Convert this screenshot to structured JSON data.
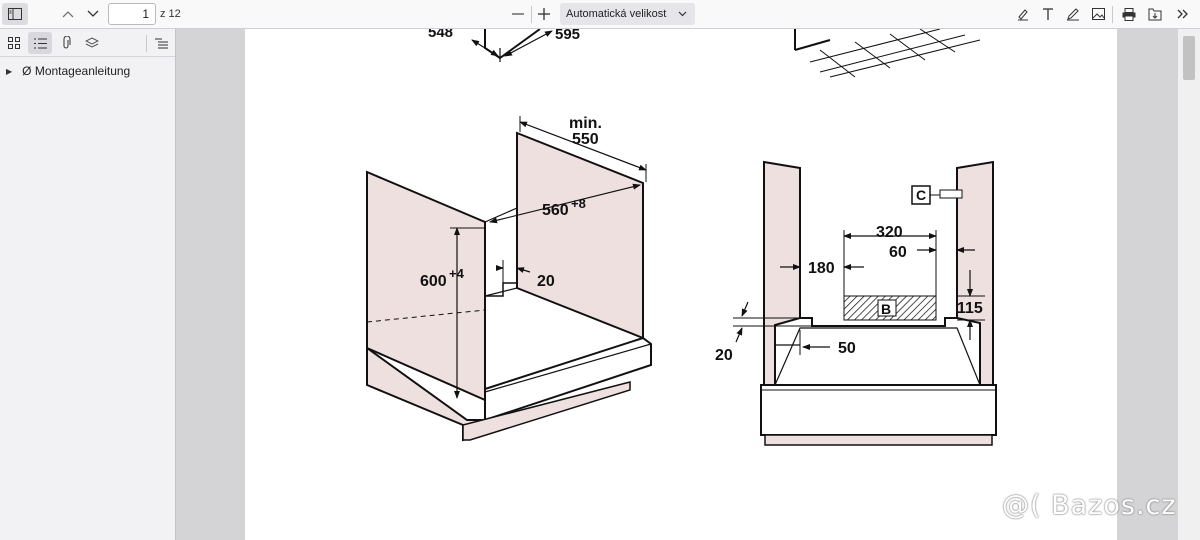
{
  "toolbar": {
    "page_current": "1",
    "page_total": "z 12",
    "zoom_label": "Automatická velikost",
    "icons": [
      "sidebar-toggle-icon",
      "chevron-up-icon",
      "chevron-down-icon",
      "minus-icon",
      "plus-icon",
      "highlight-icon",
      "text-icon",
      "draw-icon",
      "image-icon",
      "print-icon",
      "save-icon",
      "more-tools-icon"
    ]
  },
  "sidebar": {
    "outline": [
      {
        "label": "Ø Montageanleitung",
        "collapsed": true
      }
    ]
  },
  "diagram": {
    "labels": {
      "d548": "548",
      "d595": "595",
      "min": "min.",
      "d550": "550",
      "d560": "560",
      "plus8": "+8",
      "d600": "600",
      "plus4": "+4",
      "d20a": "20",
      "d320": "320",
      "d60": "60",
      "d180": "180",
      "c": "C",
      "b": "B",
      "d115": "115",
      "d20b": "20",
      "d50": "50"
    }
  },
  "watermark": "@( Bazos.cz"
}
